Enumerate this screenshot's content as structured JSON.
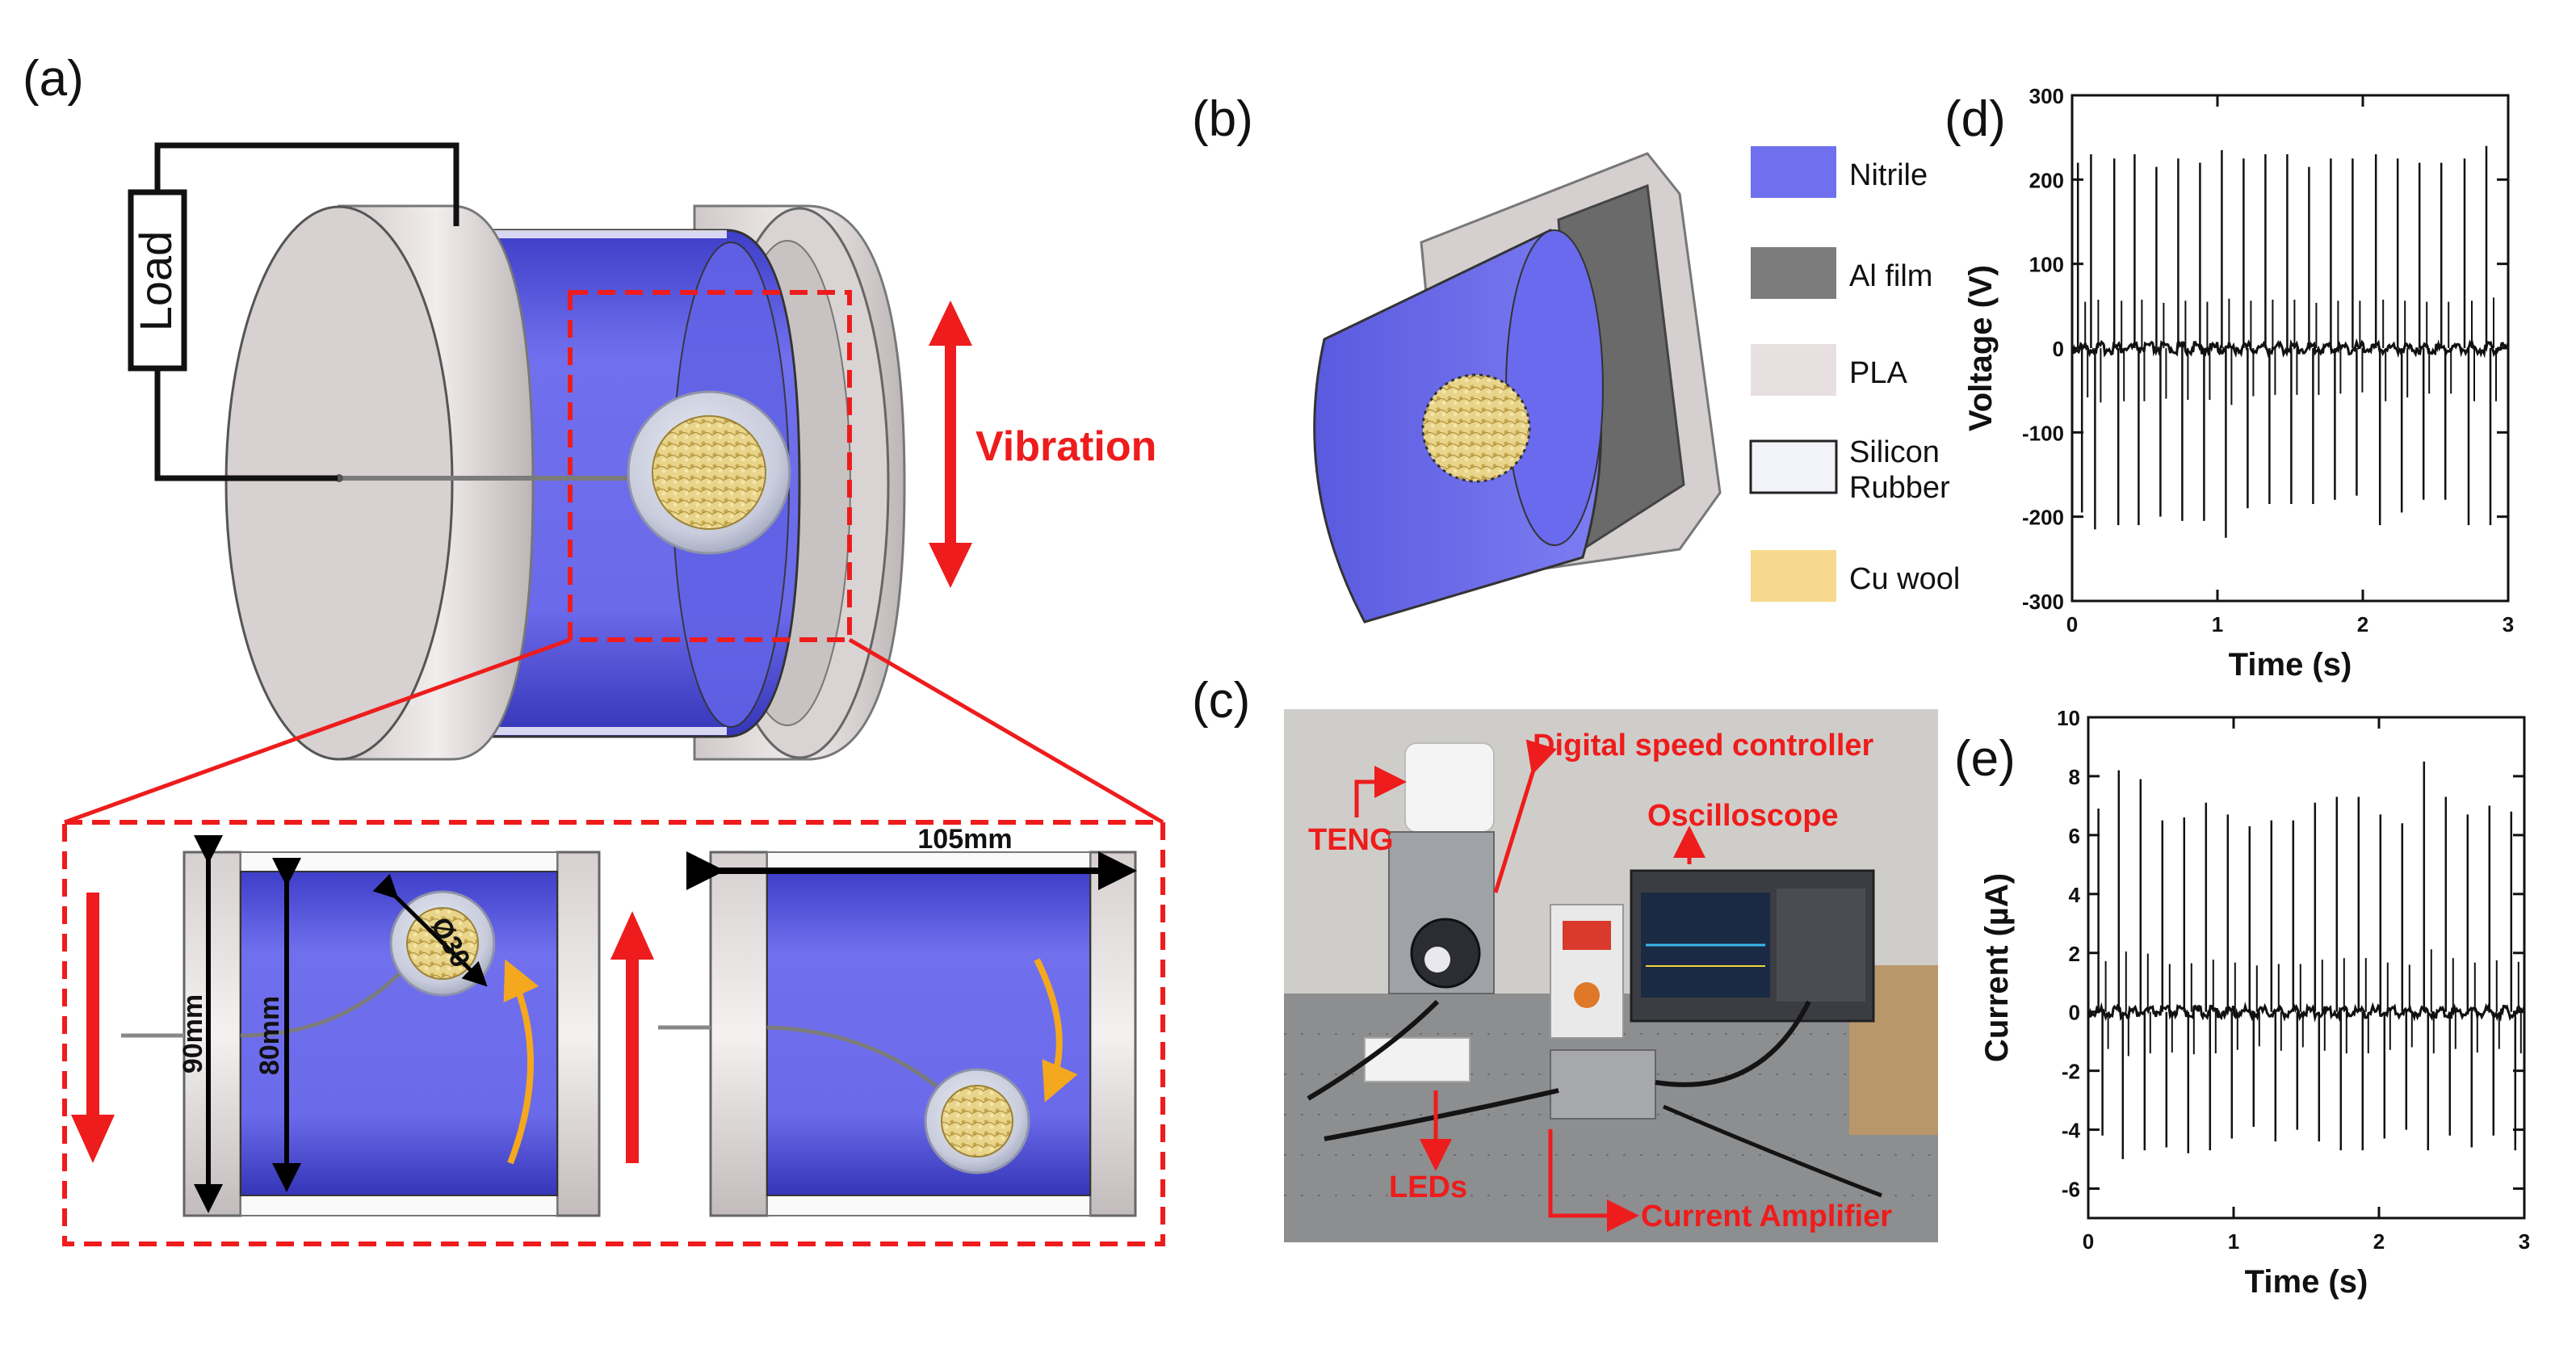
{
  "panels": {
    "a": "(a)",
    "b": "(b)",
    "c": "(c)",
    "d": "(d)",
    "e": "(e)"
  },
  "panel_a": {
    "load_label": "Load",
    "vibration_label": "Vibration",
    "dim_diameter": "Ø30",
    "dim_height_outer": "90mm",
    "dim_height_inner": "80mm",
    "dim_length": "105mm"
  },
  "panel_b": {
    "legend": [
      {
        "label": "Nitrile",
        "color": "#7070ee"
      },
      {
        "label": "Al film",
        "color": "#7c7c7c"
      },
      {
        "label": "PLA",
        "color": "#e8e0e0"
      },
      {
        "label": "Silicon\nRubber",
        "color": "#f2f3f8"
      },
      {
        "label": "Cu wool",
        "color": "#f6d98c"
      }
    ]
  },
  "panel_c": {
    "labels": {
      "teng": "TENG",
      "digital_speed_controller": "Digital speed controller",
      "oscilloscope": "Oscilloscope",
      "leds": "LEDs",
      "current_amplifier": "Current Amplifier"
    }
  },
  "chart_data": [
    {
      "type": "line",
      "panel": "d",
      "xlabel": "Time (s)",
      "ylabel": "Voltage (V)",
      "xlim": [
        0,
        3
      ],
      "ylim": [
        -300,
        300
      ],
      "xticks": [
        0,
        1,
        2,
        3
      ],
      "yticks": [
        -300,
        -200,
        -100,
        0,
        100,
        200,
        300
      ],
      "series": [
        {
          "values": [
            {
              "t": 0.04,
              "pos": 220,
              "neg": -195
            },
            {
              "t": 0.13,
              "pos": 230,
              "neg": -215
            },
            {
              "t": 0.29,
              "pos": 225,
              "neg": -210
            },
            {
              "t": 0.43,
              "pos": 230,
              "neg": -210
            },
            {
              "t": 0.58,
              "pos": 215,
              "neg": -200
            },
            {
              "t": 0.73,
              "pos": 225,
              "neg": -205
            },
            {
              "t": 0.88,
              "pos": 220,
              "neg": -205
            },
            {
              "t": 1.03,
              "pos": 235,
              "neg": -225
            },
            {
              "t": 1.18,
              "pos": 225,
              "neg": -190
            },
            {
              "t": 1.33,
              "pos": 230,
              "neg": -185
            },
            {
              "t": 1.48,
              "pos": 230,
              "neg": -185
            },
            {
              "t": 1.63,
              "pos": 215,
              "neg": -185
            },
            {
              "t": 1.78,
              "pos": 225,
              "neg": -180
            },
            {
              "t": 1.93,
              "pos": 225,
              "neg": -175
            },
            {
              "t": 2.09,
              "pos": 230,
              "neg": -210
            },
            {
              "t": 2.24,
              "pos": 225,
              "neg": -195
            },
            {
              "t": 2.39,
              "pos": 220,
              "neg": -180
            },
            {
              "t": 2.54,
              "pos": 220,
              "neg": -180
            },
            {
              "t": 2.7,
              "pos": 225,
              "neg": -210
            },
            {
              "t": 2.85,
              "pos": 240,
              "neg": -210
            }
          ]
        }
      ]
    },
    {
      "type": "line",
      "panel": "e",
      "xlabel": "Time (s)",
      "ylabel": "Current (µA)",
      "xlim": [
        0,
        3
      ],
      "ylim": [
        -7,
        10
      ],
      "xticks": [
        0,
        1,
        2,
        3
      ],
      "yticks": [
        -6,
        -4,
        -2,
        0,
        2,
        4,
        6,
        8,
        10
      ],
      "series": [
        {
          "values": [
            {
              "t": 0.07,
              "pos": 6.9,
              "neg": -4.2
            },
            {
              "t": 0.21,
              "pos": 8.2,
              "neg": -5.0
            },
            {
              "t": 0.36,
              "pos": 7.9,
              "neg": -4.7
            },
            {
              "t": 0.51,
              "pos": 6.5,
              "neg": -4.6
            },
            {
              "t": 0.66,
              "pos": 6.6,
              "neg": -4.8
            },
            {
              "t": 0.81,
              "pos": 7.1,
              "neg": -4.7
            },
            {
              "t": 0.96,
              "pos": 6.7,
              "neg": -4.3
            },
            {
              "t": 1.11,
              "pos": 6.3,
              "neg": -3.9
            },
            {
              "t": 1.26,
              "pos": 6.5,
              "neg": -4.4
            },
            {
              "t": 1.41,
              "pos": 6.5,
              "neg": -4.0
            },
            {
              "t": 1.56,
              "pos": 7.1,
              "neg": -4.4
            },
            {
              "t": 1.71,
              "pos": 7.3,
              "neg": -4.7
            },
            {
              "t": 1.86,
              "pos": 7.3,
              "neg": -4.7
            },
            {
              "t": 2.01,
              "pos": 6.7,
              "neg": -4.3
            },
            {
              "t": 2.16,
              "pos": 6.4,
              "neg": -4.0
            },
            {
              "t": 2.31,
              "pos": 8.5,
              "neg": -4.7
            },
            {
              "t": 2.46,
              "pos": 7.3,
              "neg": -4.2
            },
            {
              "t": 2.61,
              "pos": 6.7,
              "neg": -4.6
            },
            {
              "t": 2.76,
              "pos": 7.0,
              "neg": -4.2
            },
            {
              "t": 2.91,
              "pos": 6.8,
              "neg": -4.7
            }
          ]
        }
      ]
    }
  ]
}
